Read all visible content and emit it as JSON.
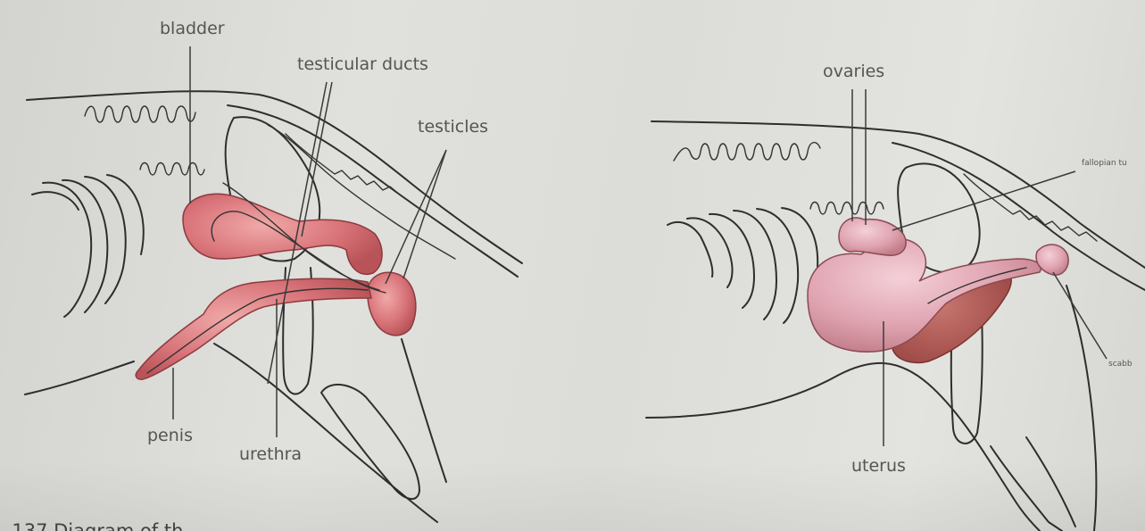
{
  "male_diagram": {
    "labels": {
      "bladder": "bladder",
      "testicular_ducts": "testicular ducts",
      "testicles": "testicles",
      "penis": "penis",
      "urethra": "urethra"
    },
    "organ_color": "#d9747a"
  },
  "female_diagram": {
    "labels": {
      "ovaries": "ovaries",
      "fallopian_tubes": "fallopian tu",
      "uterus": "uterus",
      "scabbard": "scabb"
    },
    "organ_color": "#dfa3b0",
    "accent_color": "#b8575a"
  },
  "caption": ". 137 Diagram of th"
}
